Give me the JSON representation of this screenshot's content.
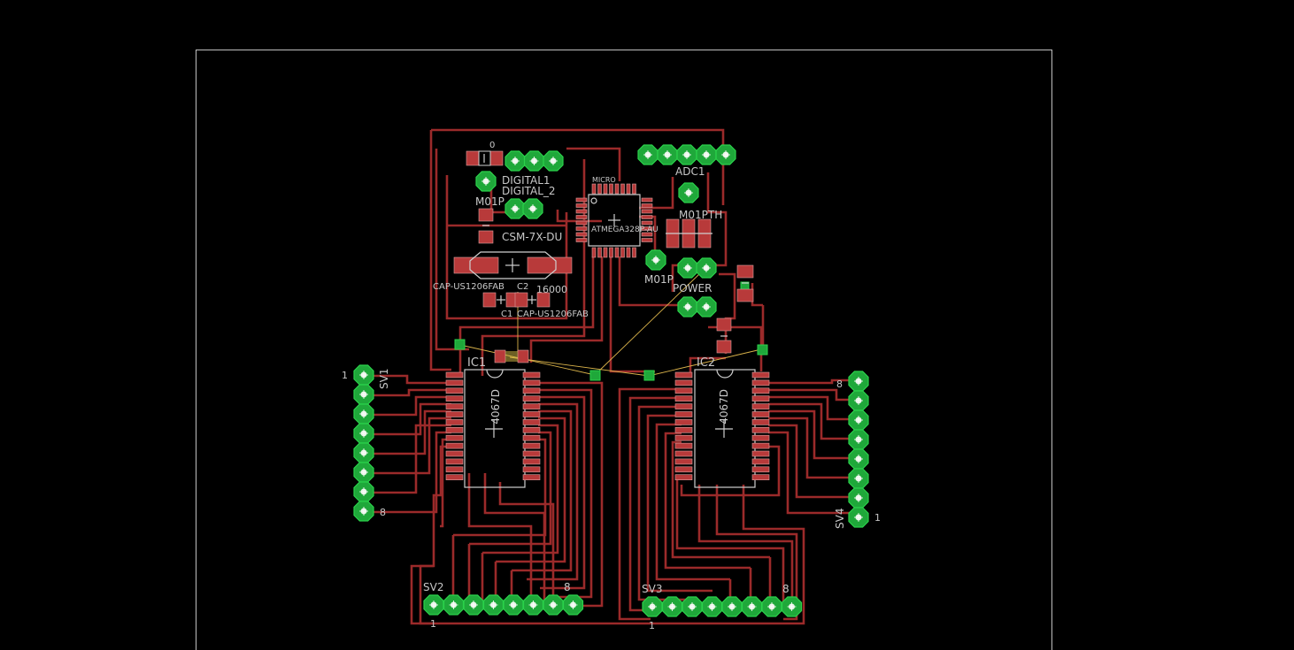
{
  "parts": {
    "sv1": {
      "name": "SV1",
      "pin_first": "1",
      "pin_last": "8"
    },
    "sv2": {
      "name": "SV2",
      "pin_first": "1",
      "pin_last": "8"
    },
    "sv3": {
      "name": "SV3",
      "pin_first": "1",
      "pin_last": "8"
    },
    "sv4": {
      "name": "SV4",
      "pin_first": "1",
      "pin_last": "8"
    },
    "ic1": {
      "name": "IC1",
      "value": "4067D"
    },
    "ic2": {
      "name": "IC2",
      "value": "4067D"
    },
    "micro": {
      "name": "MICRO",
      "value": "ATMEGA328P-AU"
    },
    "crystal": {
      "value": "CSM-7X-DU",
      "freq": "16000"
    },
    "c1": {
      "name": "C1",
      "value": "CAP-US1206FAB"
    },
    "c2": {
      "name": "C2",
      "value": "CAP-US1206FAB"
    },
    "digital1": {
      "name": "DIGITAL1"
    },
    "digital2": {
      "name": "DIGITAL_2"
    },
    "adc": {
      "name": "ADC1"
    },
    "m01pth": {
      "name": "M01PTH"
    },
    "m01pth_a": {
      "name": "M01P"
    },
    "m01pth_b": {
      "name": "M01P"
    },
    "power": {
      "name": "POWER"
    },
    "r_top": {
      "value": "0"
    }
  },
  "colors": {
    "background": "#000000",
    "trace": "#9b2a2a",
    "pad": "#1fa83a",
    "smd": "#b83a3a",
    "silkscreen": "#c8c8c8",
    "airwire": "#d9b24a",
    "outline": "#bfbfbf"
  }
}
